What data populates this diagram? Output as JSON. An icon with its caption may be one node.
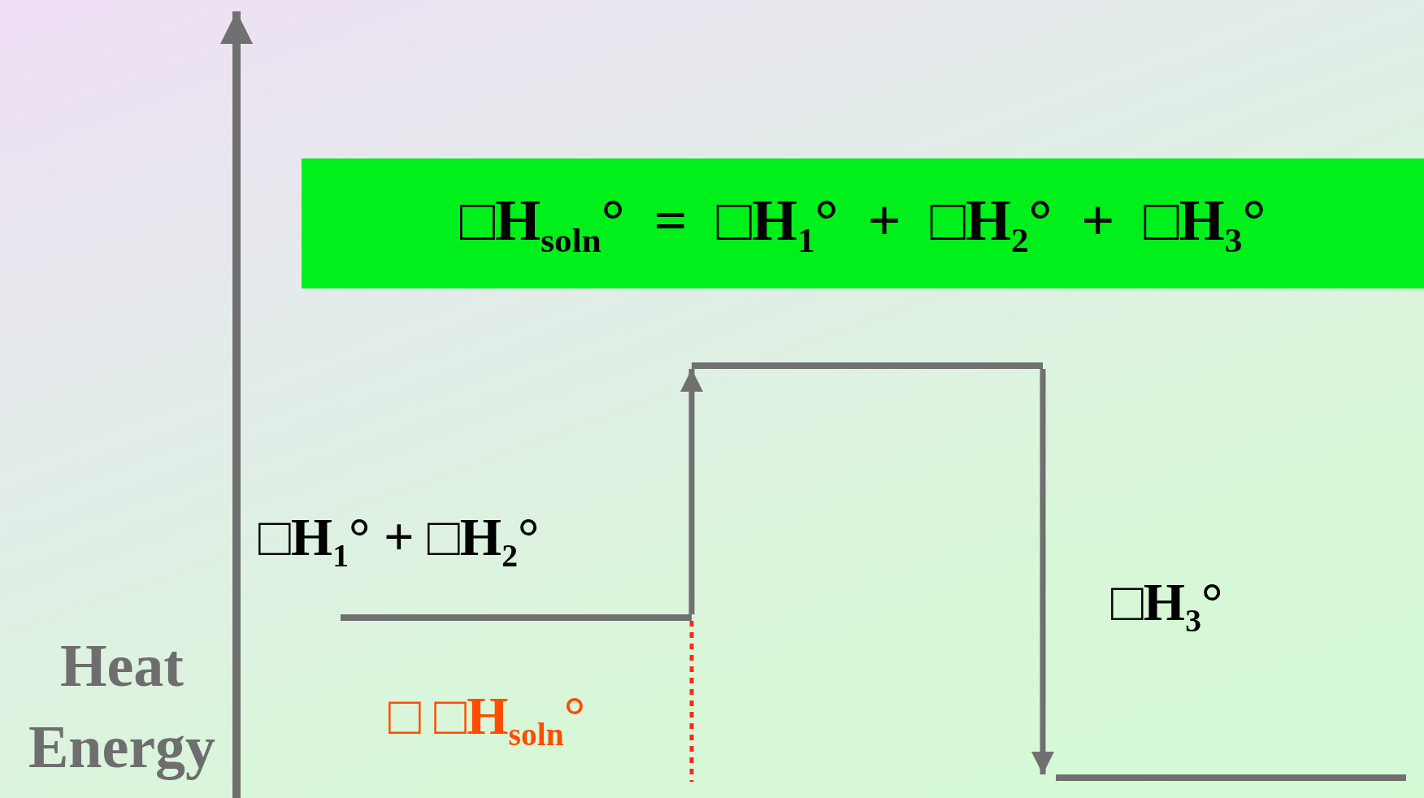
{
  "diagram": {
    "nodes": [
      {
        "text": [
          "□H$_{soln}$° = □H$_{1}$° + □H$_{2}$° + □H$_{3}$°"
        ]
      },
      {
        "text": [],
        "shape": "bar"
      },
      {
        "text": [],
        "shape": "bar"
      },
      {
        "text": [],
        "shape": "bar"
      }
    ],
    "edges": [
      {
        "from": 1,
        "to": 2,
        "arrow": "to",
        "label": "□H$_{1}$° + □H$_{2}$°"
      },
      {
        "from": 2,
        "to": 3,
        "arrow": "to",
        "label": "□H$_{3}$°"
      }
    ],
    "labels": [
      "Heat Energy",
      "□ □H$_{soln}$°"
    ]
  }
}
